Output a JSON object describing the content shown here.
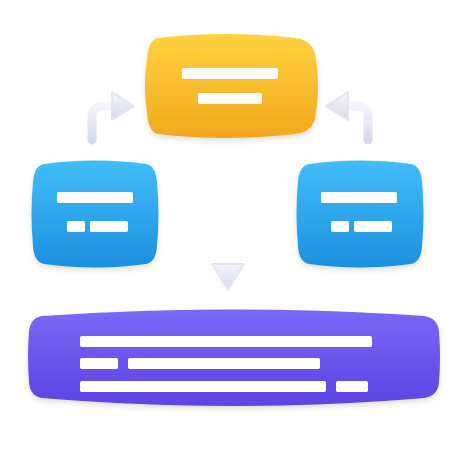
{
  "diagram": {
    "nodes": [
      {
        "id": "top",
        "kind": "card",
        "color": "#F7B928",
        "text_lines": 2
      },
      {
        "id": "left",
        "kind": "card",
        "color": "#2EA8EE",
        "text_lines": 2
      },
      {
        "id": "right",
        "kind": "card",
        "color": "#2EA8EE",
        "text_lines": 2
      },
      {
        "id": "bottom",
        "kind": "panel",
        "color": "#6C56EE",
        "text_lines": 3
      }
    ],
    "edges": [
      {
        "from": "left",
        "to": "top",
        "icon": "arrow-up-right-icon"
      },
      {
        "from": "right",
        "to": "top",
        "icon": "arrow-up-left-icon"
      },
      {
        "from": "top",
        "to": "bottom",
        "icon": "split-down-arrow-icon"
      }
    ],
    "colors": {
      "arrow": "#E6E8F2",
      "text_bar": "#FFFFFF"
    }
  }
}
